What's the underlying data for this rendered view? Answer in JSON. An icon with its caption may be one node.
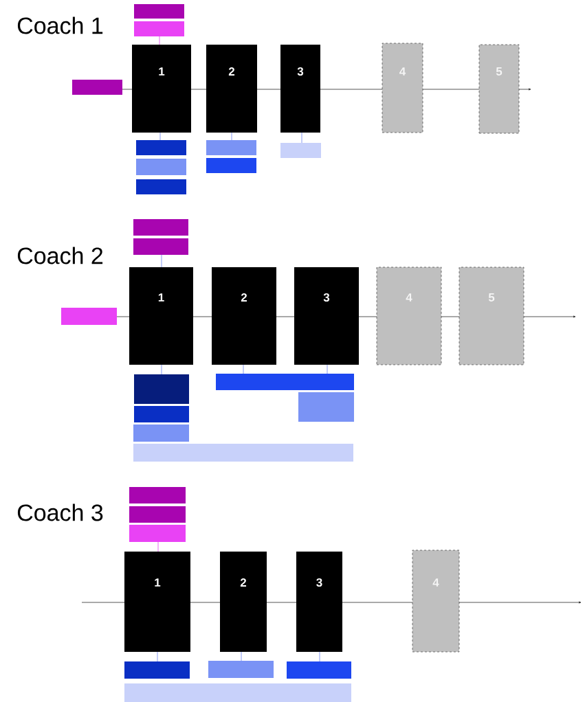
{
  "diagram": {
    "nodes": [
      {
        "text": [],
        "shape": "bar"
      },
      {
        "text": [],
        "shape": "bar"
      },
      {
        "text": [],
        "shape": "bar"
      },
      {
        "text": [
          "1"
        ]
      },
      {
        "text": [
          "2"
        ]
      },
      {
        "text": [
          "3"
        ]
      },
      {
        "text": [
          "4"
        ]
      },
      {
        "text": [
          "5"
        ]
      },
      {
        "text": [],
        "shape": "bar"
      },
      {
        "text": [],
        "shape": "bar"
      },
      {
        "text": [],
        "shape": "bar"
      },
      {
        "text": [],
        "shape": "bar"
      },
      {
        "text": [],
        "shape": "bar"
      },
      {
        "text": [],
        "shape": "bar"
      },
      {
        "text": [],
        "shape": "bar"
      },
      {
        "text": [],
        "shape": "bar"
      },
      {
        "text": [],
        "shape": "bar"
      },
      {
        "text": [
          "1"
        ]
      },
      {
        "text": [
          "2"
        ]
      },
      {
        "text": [
          "3"
        ]
      },
      {
        "text": [
          "4"
        ]
      },
      {
        "text": [
          "5"
        ]
      },
      {
        "text": [],
        "shape": "bar"
      },
      {
        "text": [],
        "shape": "bar"
      },
      {
        "text": [],
        "shape": "bar"
      },
      {
        "text": [],
        "shape": "bar"
      },
      {
        "text": [],
        "shape": "bar"
      },
      {
        "text": [],
        "shape": "bar"
      },
      {
        "text": [],
        "shape": "bar"
      },
      {
        "text": [],
        "shape": "bar"
      },
      {
        "text": [],
        "shape": "bar"
      },
      {
        "text": [
          "1"
        ]
      },
      {
        "text": [
          "2"
        ]
      },
      {
        "text": [
          "3"
        ]
      },
      {
        "text": [
          "4"
        ]
      },
      {
        "text": [],
        "shape": "bar"
      },
      {
        "text": [],
        "shape": "bar"
      },
      {
        "text": [],
        "shape": "bar"
      },
      {
        "text": [],
        "shape": "bar"
      }
    ],
    "edges": [
      {
        "from": 2,
        "to": 3,
        "arrow": "none"
      },
      {
        "from": 3,
        "to": 4,
        "arrow": "none"
      },
      {
        "from": 4,
        "to": 5,
        "arrow": "none"
      },
      {
        "from": 5,
        "to": 6,
        "arrow": "none"
      },
      {
        "from": 6,
        "to": 7,
        "arrow": "none"
      },
      {
        "from": 7,
        "to": null,
        "arrow": "to"
      },
      {
        "from": 1,
        "to": 3,
        "arrow": "none",
        "color": "#e040f0"
      },
      {
        "from": 3,
        "to": 8,
        "arrow": "none",
        "color": "#6b80f0"
      },
      {
        "from": 4,
        "to": 11,
        "arrow": "none",
        "color": "#6b80f0"
      },
      {
        "from": 5,
        "to": 13,
        "arrow": "none",
        "color": "#6b80f0"
      },
      {
        "from": 16,
        "to": 17,
        "arrow": "none"
      },
      {
        "from": 17,
        "to": 18,
        "arrow": "none"
      },
      {
        "from": 18,
        "to": 19,
        "arrow": "none"
      },
      {
        "from": 19,
        "to": 20,
        "arrow": "none"
      },
      {
        "from": 20,
        "to": 21,
        "arrow": "none"
      },
      {
        "from": 21,
        "to": null,
        "arrow": "to"
      },
      {
        "from": 15,
        "to": 17,
        "arrow": "none",
        "color": "#6b80f0"
      },
      {
        "from": 17,
        "to": 22,
        "arrow": "none",
        "color": "#6b80f0"
      },
      {
        "from": 18,
        "to": 23,
        "arrow": "none",
        "color": "#6b80f0"
      },
      {
        "from": 19,
        "to": 23,
        "arrow": "none",
        "color": "#6b80f0"
      },
      {
        "from": null,
        "to": 31,
        "arrow": "none"
      },
      {
        "from": 31,
        "to": 32,
        "arrow": "none"
      },
      {
        "from": 32,
        "to": 33,
        "arrow": "none"
      },
      {
        "from": 33,
        "to": 34,
        "arrow": "none"
      },
      {
        "from": 34,
        "to": null,
        "arrow": "to"
      },
      {
        "from": 30,
        "to": 31,
        "arrow": "none",
        "color": "#e040f0"
      },
      {
        "from": 31,
        "to": 35,
        "arrow": "none",
        "color": "#6b80f0"
      },
      {
        "from": 32,
        "to": 36,
        "arrow": "none",
        "color": "#6b80f0"
      },
      {
        "from": 33,
        "to": 37,
        "arrow": "none",
        "color": "#6b80f0"
      }
    ],
    "labels": [
      "Coach 1",
      "Coach 2",
      "Coach 3"
    ]
  }
}
